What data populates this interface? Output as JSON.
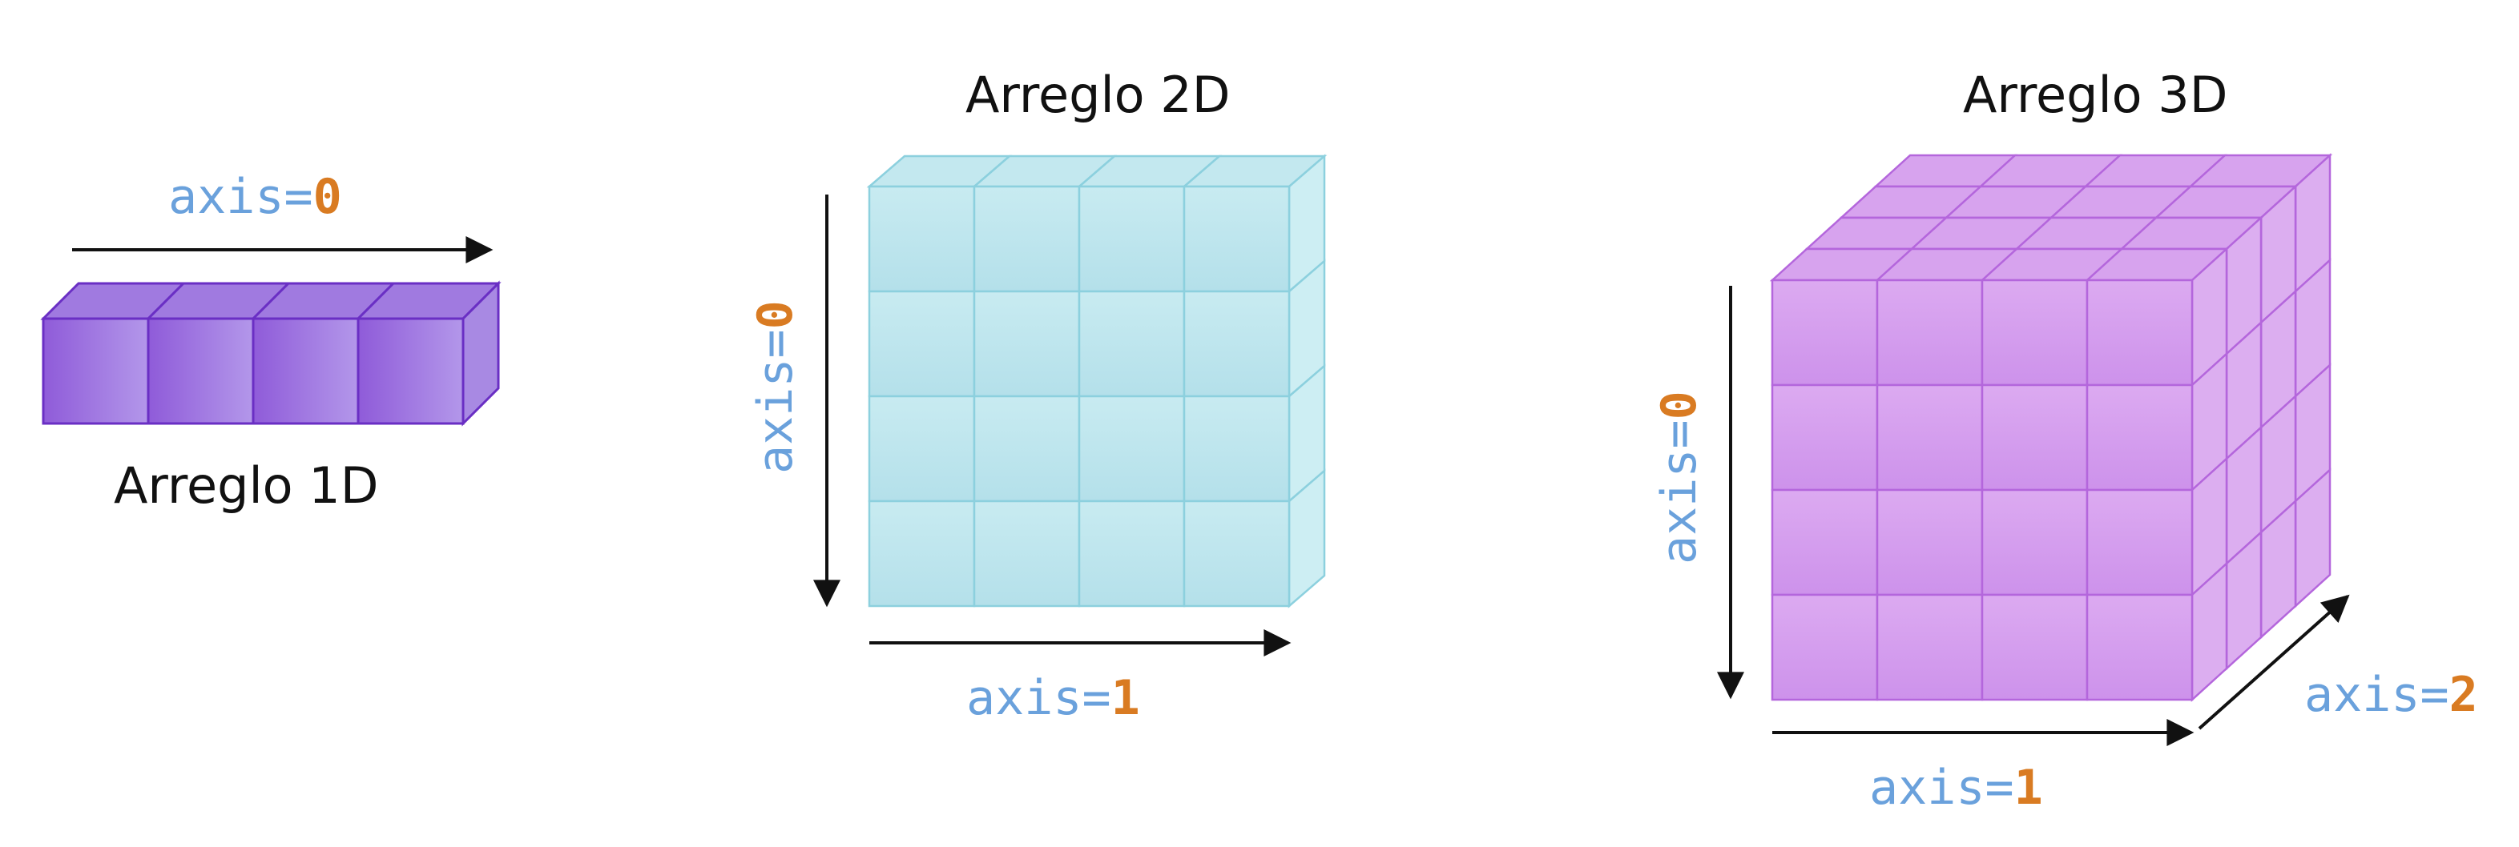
{
  "titles": {
    "arr1d": "Arreglo 1D",
    "arr2d": "Arreglo 2D",
    "arr3d": "Arreglo 3D"
  },
  "axes": {
    "prefix": "axis=",
    "arr1d_axis0": "0",
    "arr2d_axis0": "0",
    "arr2d_axis1": "1",
    "arr3d_axis0": "0",
    "arr3d_axis1": "1",
    "arr3d_axis2": "2"
  },
  "colors": {
    "axis_text": "#6aa1dc",
    "axis_number": "#d97b22",
    "arrow": "#111111",
    "purple_dark": "#9362dd",
    "purple_stroke": "#6a2fc4",
    "cyan": "#bfe6ee",
    "cyan_stroke": "#8cd0de",
    "violet": "#d29bec",
    "violet_stroke": "#b466dc"
  },
  "grids": {
    "arr1d": {
      "cols": 4,
      "rows": 1
    },
    "arr2d": {
      "cols": 4,
      "rows": 4
    },
    "arr3d": {
      "cols": 4,
      "rows": 4,
      "depth": 4
    }
  }
}
